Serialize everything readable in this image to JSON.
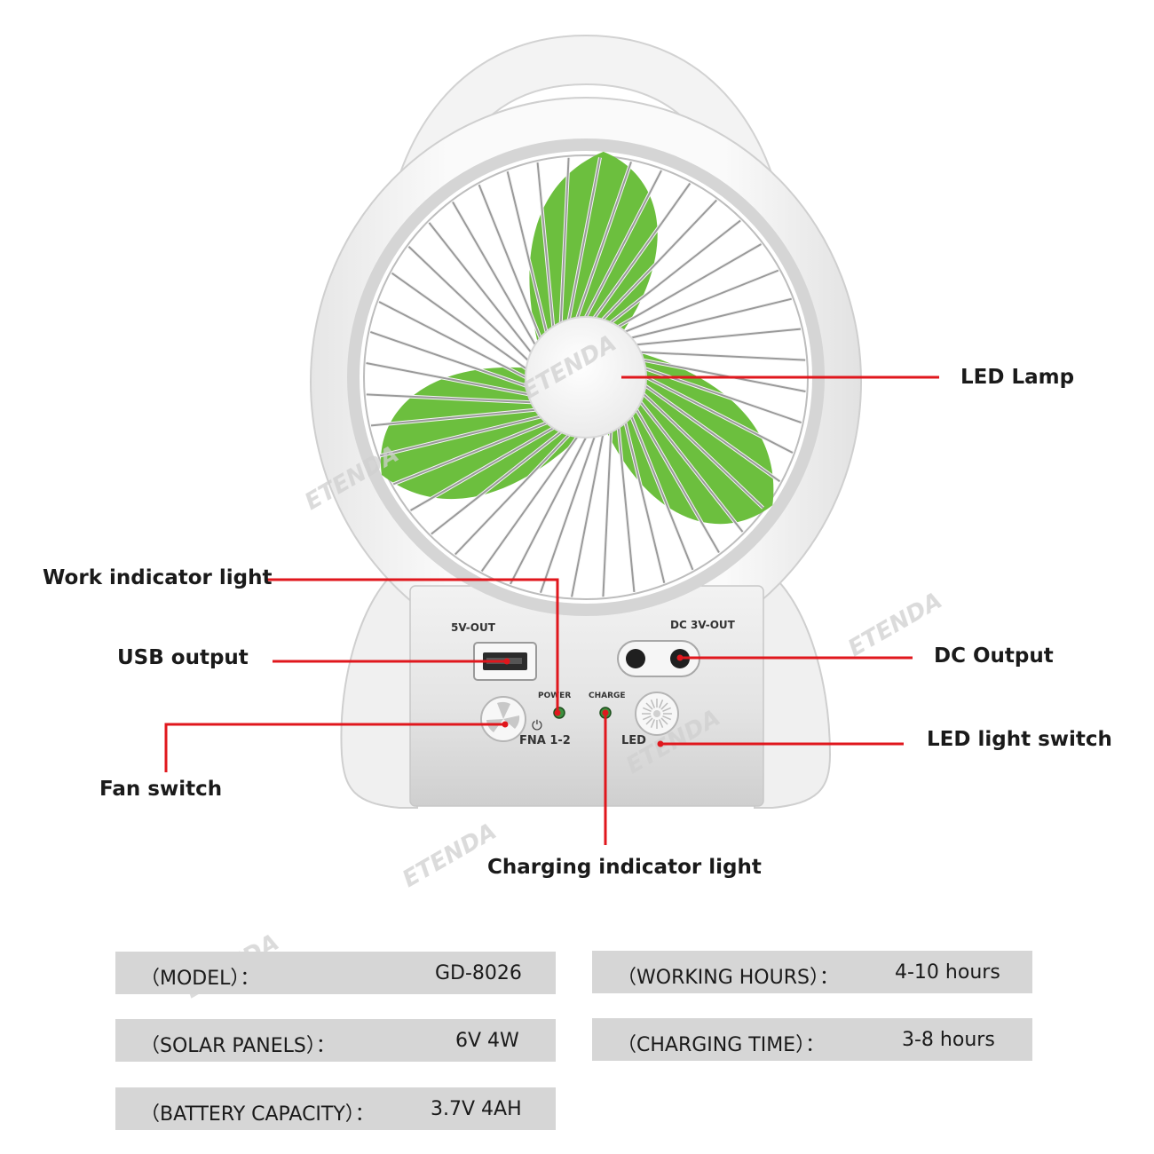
{
  "device": {
    "port_labels": {
      "usb": "5V-OUT",
      "dc": "DC 3V-OUT",
      "power": "POWER",
      "charge": "CHARGE",
      "fan": "FNA 1-2",
      "led": "LED"
    },
    "watermark": "ETENDA",
    "colors": {
      "blade": "#6cbf3e",
      "body": "#f4f4f4",
      "line": "#e0171d"
    }
  },
  "callouts": {
    "led_lamp": "LED Lamp",
    "work_indicator": "Work indicator light",
    "usb_output": "USB output",
    "fan_switch": "Fan switch",
    "dc_output": "DC Output",
    "led_switch": "LED light switch",
    "charging_indicator": "Charging indicator light"
  },
  "specs": {
    "model": {
      "key": "（MODEL）：",
      "value": "GD-8026"
    },
    "solar": {
      "key": "（SOLAR PANELS）：",
      "value": "6V 4W"
    },
    "battery": {
      "key": "（BATTERY CAPACITY）：",
      "value": "3.7V 4AH"
    },
    "hours": {
      "key": "（WORKING HOURS）：",
      "value": "4-10 hours"
    },
    "charging": {
      "key": "（CHARGING TIME）：",
      "value": "3-8 hours"
    }
  }
}
